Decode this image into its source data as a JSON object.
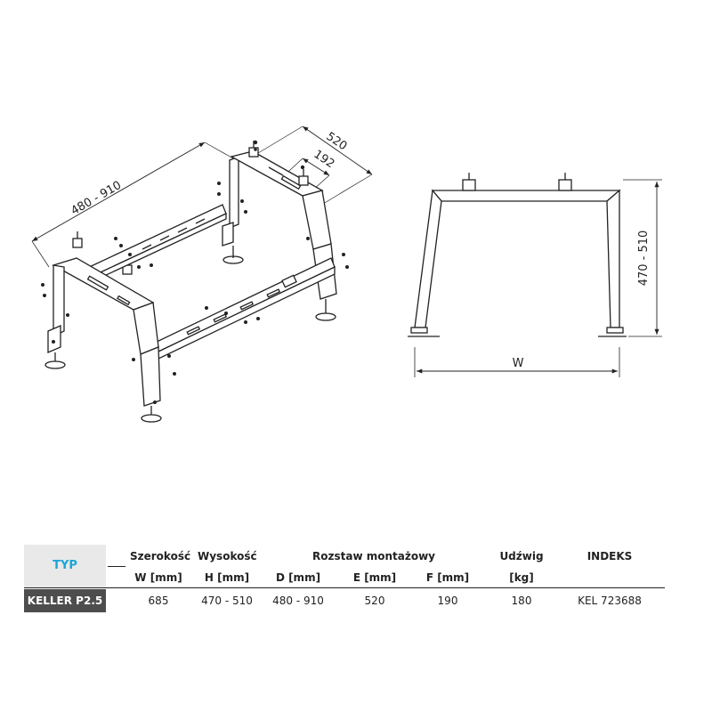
{
  "drawing": {
    "dims": {
      "d_range": "480 - 910",
      "e_value": "520",
      "f_value": "192",
      "h_range": "470 - 510",
      "w_label": "W"
    }
  },
  "table": {
    "typ_label": "TYP",
    "headers_top": [
      "Szerokość",
      "Wysokość",
      "Rozstaw montażowy",
      "Udźwig",
      "INDEKS"
    ],
    "headers_units": [
      "W [mm]",
      "H [mm]",
      "D [mm]",
      "E [mm]",
      "F [mm]",
      "[kg]"
    ],
    "row": {
      "model": "KELLER P2.5",
      "values": [
        "685",
        "470 - 510",
        "480 - 910",
        "520",
        "190",
        "180",
        "KEL 723688"
      ]
    },
    "colors": {
      "typ_text": "#1ba6d9",
      "typ_bg": "#e9e9e9",
      "model_bg": "#4d4d4d"
    }
  }
}
